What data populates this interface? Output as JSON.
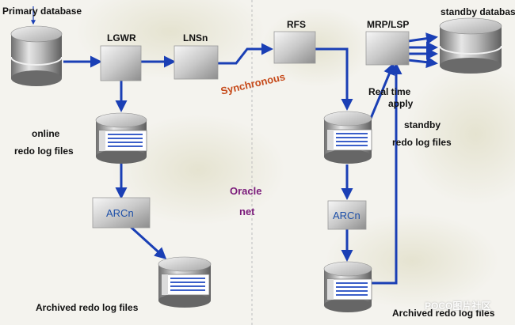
{
  "labels": {
    "primary_database": "Primary database",
    "lgwr": "LGWR",
    "lnsn": "LNSn",
    "rfs": "RFS",
    "mrp_lsp": "MRP/LSP",
    "standby_database": "standby database",
    "synchronous": "Synchronous",
    "real_time_line1": "Real time",
    "real_time_line2": "apply",
    "online_line1": "online",
    "online_line2": "redo log  files",
    "standby_line1": "standby",
    "standby_line2": "redo log files",
    "oracle_line1": "Oracle",
    "oracle_line2": "net",
    "arcn_left": "ARCn",
    "arcn_right": "ARCn",
    "archived_left": "Archived redo log files",
    "archived_right": "Archived redo log files"
  },
  "watermark": "POCO图片社区",
  "colors": {
    "arrow": "#1a3fb5",
    "process_text": "#1d4fa8",
    "oracle_text": "#7a1a7a",
    "synchronous_text": "#c64a1a"
  }
}
